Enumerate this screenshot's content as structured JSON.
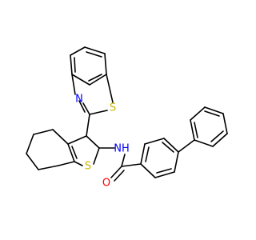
{
  "molecule": {
    "atoms": {
      "n_thiazole": {
        "symbol": "N",
        "color": "#0000ff"
      },
      "s_thiazole": {
        "symbol": "S",
        "color": "#c8b400"
      },
      "s_thiophene": {
        "symbol": "S",
        "color": "#c8b400"
      },
      "nh_amide": {
        "symbol": "NH",
        "color": "#0000ff"
      },
      "o_carbonyl": {
        "symbol": "O",
        "color": "#ff0000"
      }
    },
    "bond_color": "#000000"
  }
}
